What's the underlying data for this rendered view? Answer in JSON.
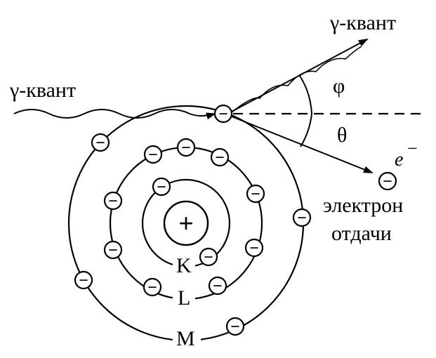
{
  "labels": {
    "incoming_photon": "γ-квант",
    "scattered_photon": "γ-квант",
    "phi": "φ",
    "theta": "θ",
    "recoil_electron_symbol": "e",
    "recoil_electron_charge": "−",
    "recoil_line1": "электрон",
    "recoil_line2": "отдачи",
    "shell_k": "K",
    "shell_l": "L",
    "shell_m": "M",
    "nucleus_sign": "+",
    "electron_sign": "−"
  }
}
